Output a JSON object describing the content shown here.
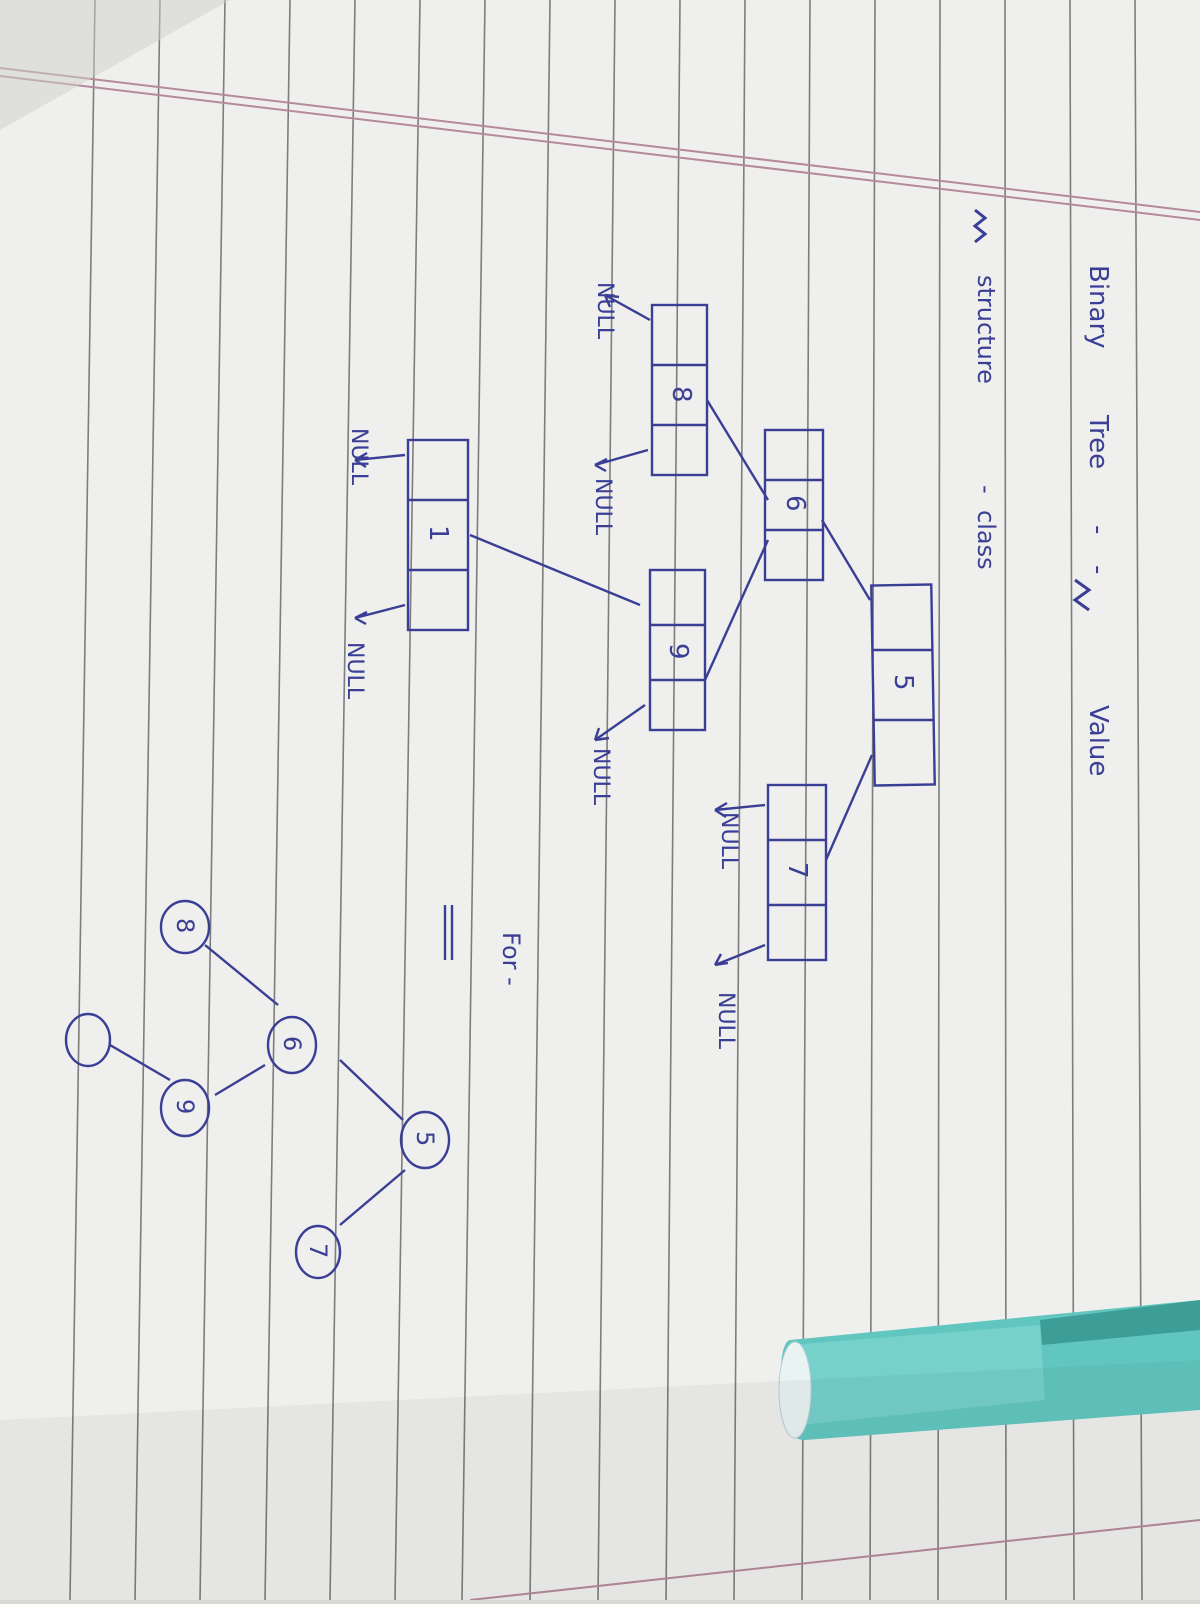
{
  "page": {
    "title": {
      "w1": "Binary",
      "w2": "Tree",
      "sep1": "-",
      "sep2": "-",
      "w3": "Value"
    },
    "subtitle": {
      "w1": "structure",
      "sep": "-",
      "w2": "class"
    }
  },
  "list_diagram": {
    "nodes": [
      "5",
      "6",
      "7",
      "8",
      "9",
      "1"
    ],
    "null_label": "NULL"
  },
  "tree_caption": {
    "text": "For -"
  },
  "tree_diagram": {
    "nodes": [
      "5",
      "6",
      "7",
      "8",
      "9",
      ""
    ]
  },
  "colors": {
    "ink": "#3a3f95",
    "paper": "#f1f1ee",
    "ruled_lines": "#7d7d7d",
    "margin_line": "#b48a9c",
    "pen_body": "#62c6c0"
  }
}
